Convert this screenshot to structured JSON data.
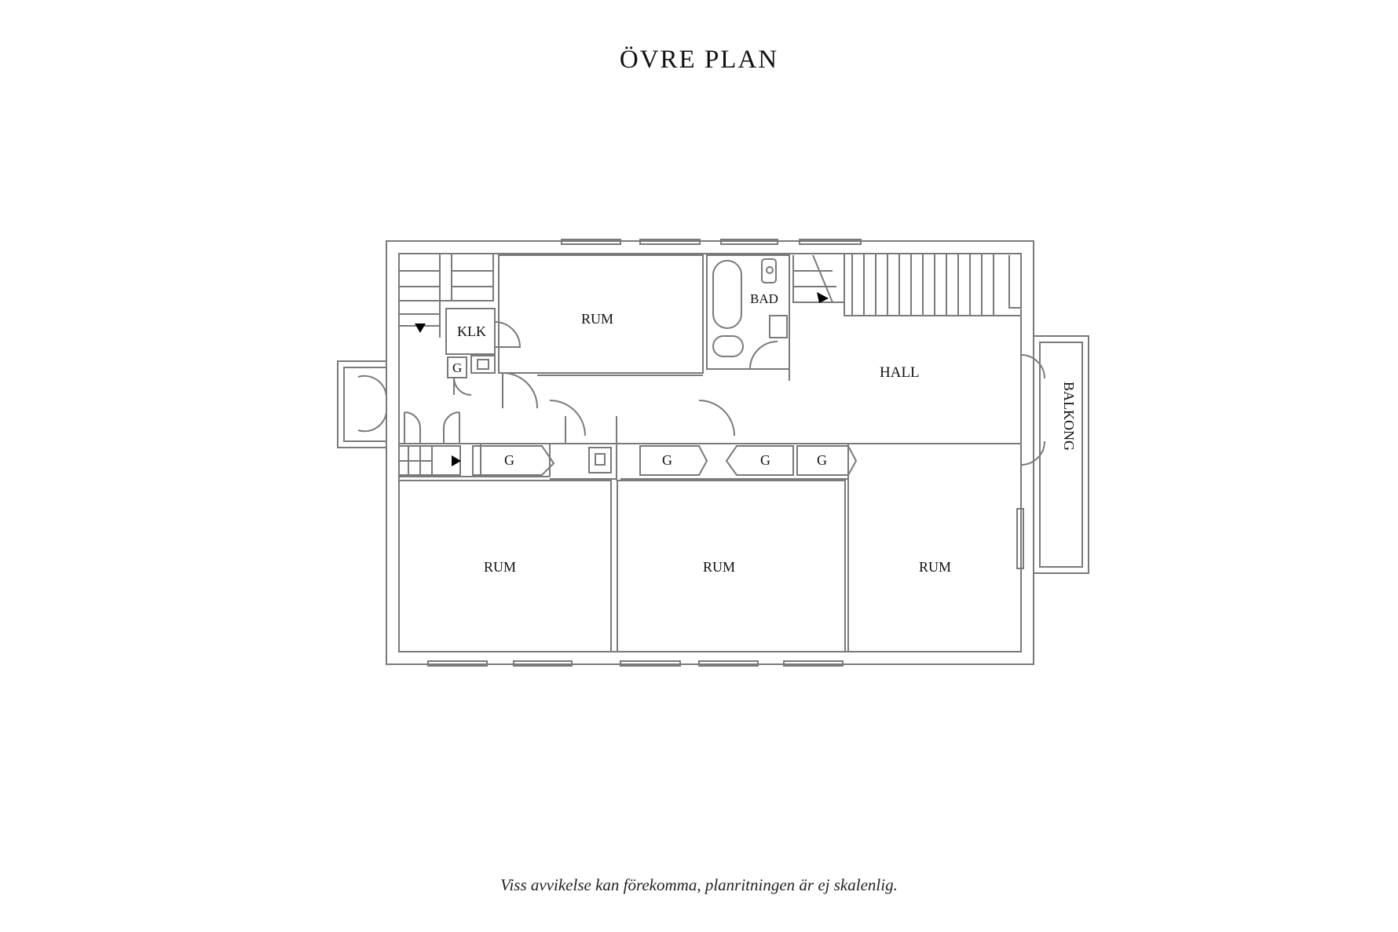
{
  "title": "ÖVRE PLAN",
  "disclaimer": "Viss avvikelse kan förekomma, planritningen är ej skalenlig.",
  "rooms": {
    "klk": "KLK",
    "rum_top": "RUM",
    "bad": "BAD",
    "hall": "HALL",
    "balkong": "BALKONG",
    "rum_left": "RUM",
    "rum_middle": "RUM",
    "rum_right": "RUM"
  },
  "closets": {
    "g_klk": "G",
    "g_1": "G",
    "g_2": "G",
    "g_3": "G",
    "g_4": "G"
  },
  "colors": {
    "line": "#7a7a7a",
    "text": "#111111",
    "background": "#ffffff"
  }
}
